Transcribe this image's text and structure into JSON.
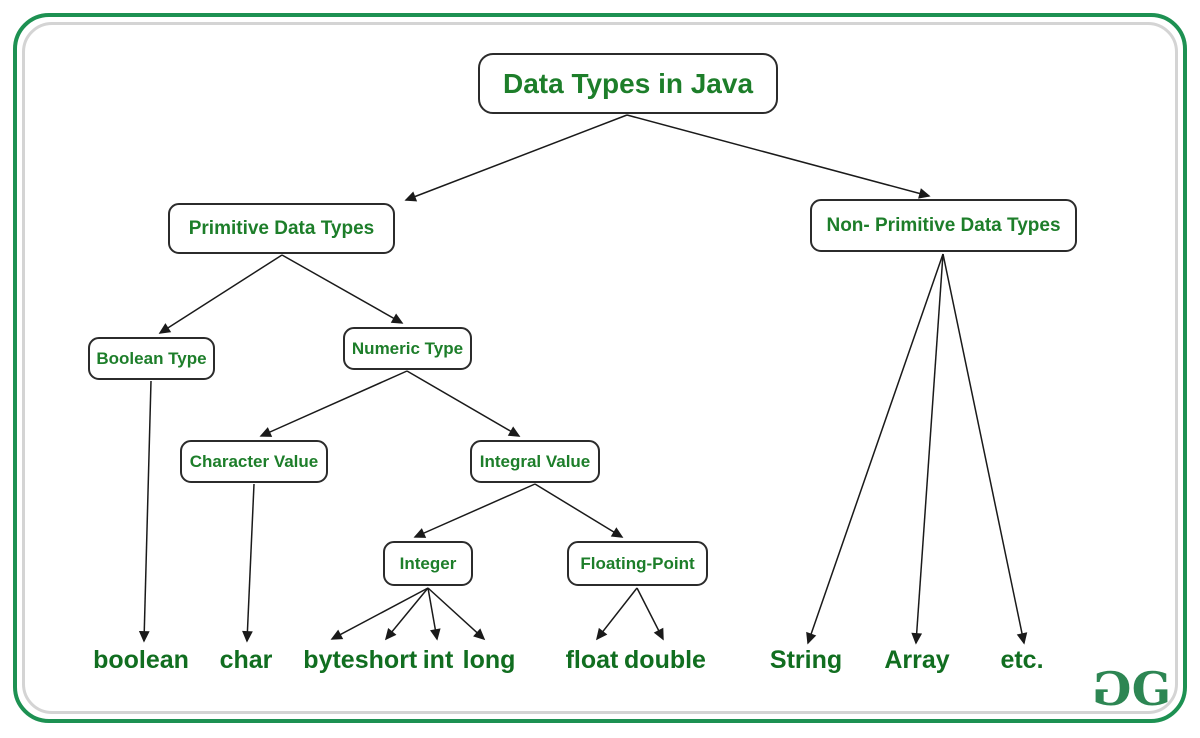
{
  "diagram": {
    "nodes": {
      "root": "Data Types in Java",
      "primitive": "Primitive Data Types",
      "non_primitive": "Non- Primitive Data Types",
      "boolean_type": "Boolean Type",
      "numeric_type": "Numeric Type",
      "character_value": "Character Value",
      "integral_value": "Integral Value",
      "integer": "Integer",
      "floating_point": "Floating-Point"
    },
    "leaves": {
      "boolean": "boolean",
      "char": "char",
      "byte": "byte",
      "short": "short",
      "int": "int",
      "long": "long",
      "float": "float",
      "double": "double",
      "string": "String",
      "array": "Array",
      "etc": "etc."
    },
    "edges": [
      "root->primitive",
      "root->non_primitive",
      "primitive->boolean_type",
      "primitive->numeric_type",
      "numeric_type->character_value",
      "numeric_type->integral_value",
      "integral_value->integer",
      "integral_value->floating_point",
      "boolean_type->boolean",
      "character_value->char",
      "integer->byte",
      "integer->short",
      "integer->int",
      "integer->long",
      "floating_point->float",
      "floating_point->double",
      "non_primitive->string",
      "non_primitive->array",
      "non_primitive->etc"
    ]
  },
  "logo": {
    "icon": "geeksforgeeks-logo",
    "g1": "G",
    "g2": "G"
  },
  "colors": {
    "node_text_green": "#1d7e2a",
    "leaf_text_green": "#116e20",
    "frame_green": "#1d9152",
    "frame_gray": "#d4d4d4",
    "logo_green": "#2d8653",
    "connector_black": "#1a1a1a"
  }
}
